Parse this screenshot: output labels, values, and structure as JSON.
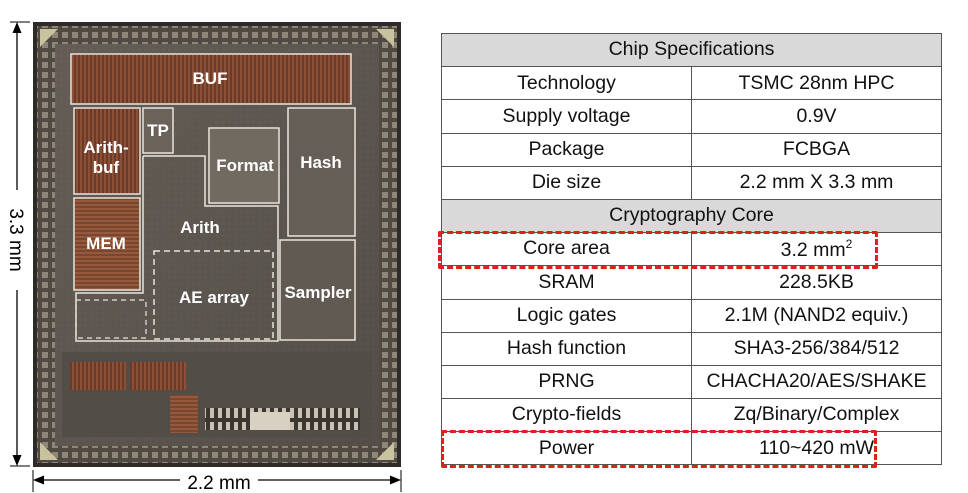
{
  "die": {
    "width_label": "2.2 mm",
    "height_label": "3.3 mm",
    "blocks": {
      "buf": "BUF",
      "tp": "TP",
      "arith_buf_line1": "Arith-",
      "arith_buf_line2": "buf",
      "format": "Format",
      "hash": "Hash",
      "arith": "Arith",
      "mem": "MEM",
      "ae_array": "AE array",
      "sampler": "Sampler"
    }
  },
  "specs": {
    "chip_header": "Chip Specifications",
    "chip_rows": [
      {
        "param": "Technology",
        "value": "TSMC 28nm HPC"
      },
      {
        "param": "Supply voltage",
        "value": "0.9V"
      },
      {
        "param": "Package",
        "value": "FCBGA"
      },
      {
        "param": "Die size",
        "value": "2.2 mm X 3.3 mm"
      }
    ],
    "core_header": "Cryptography Core",
    "core_area": {
      "param": "Core area",
      "value": "3.2 mm",
      "sup": "2"
    },
    "core_rows": [
      {
        "param": "SRAM",
        "value": "228.5KB"
      },
      {
        "param": "Logic gates",
        "value": "2.1M (NAND2 equiv.)"
      },
      {
        "param": "Hash function",
        "value": "SHA3-256/384/512"
      },
      {
        "param": "PRNG",
        "value": "CHACHA20/AES/SHAKE"
      },
      {
        "param": "Crypto-fields",
        "value": "Zq/Binary/Complex"
      },
      {
        "param": "Power",
        "value": "110~420 mW"
      }
    ],
    "highlight_color": "#e0201b"
  }
}
